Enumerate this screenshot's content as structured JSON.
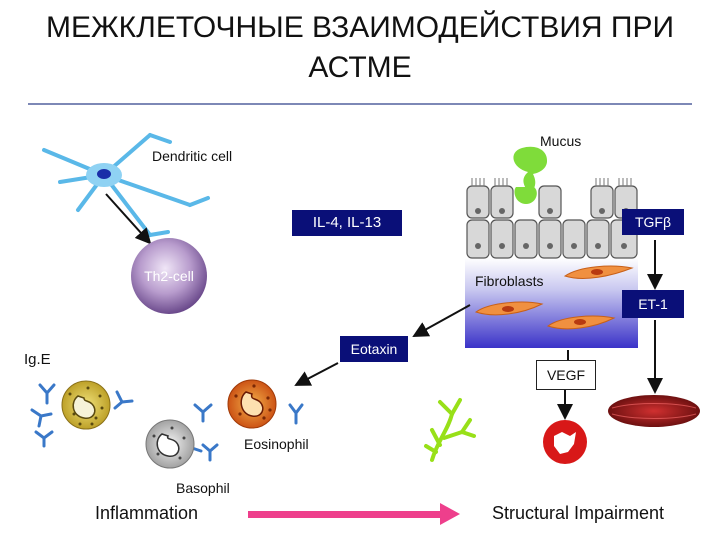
{
  "title": "МЕЖКЛЕТОЧНЫЕ ВЗАИМОДЕЙСТВИЯ ПРИ АСТМЕ",
  "labels": {
    "dendritic_cell": "Dendritic cell",
    "mucus": "Mucus",
    "il": "IL-4, IL-13",
    "tgf": "TGFβ",
    "th2": "Th2-cell",
    "fibroblasts": "Fibroblasts",
    "et1": "ET-1",
    "eotaxin": "Eotaxin",
    "ige": "Ig.E",
    "vegf": "VEGF",
    "eosinophil": "Eosinophil",
    "basophil": "Basophil",
    "inflammation": "Inflammation",
    "structural": "Structural Impairment"
  },
  "colors": {
    "title_rule": "#7d88b6",
    "dark_box": "#0a0f78",
    "th2_cell": "#8a6aa8",
    "progress_arrow": "#ee3f8c",
    "mucus": "#7fdc3a",
    "antibody": "#3a78c8",
    "tissue_gradient_top": "#ffffff",
    "tissue_gradient_bottom": "#3a32c8"
  }
}
